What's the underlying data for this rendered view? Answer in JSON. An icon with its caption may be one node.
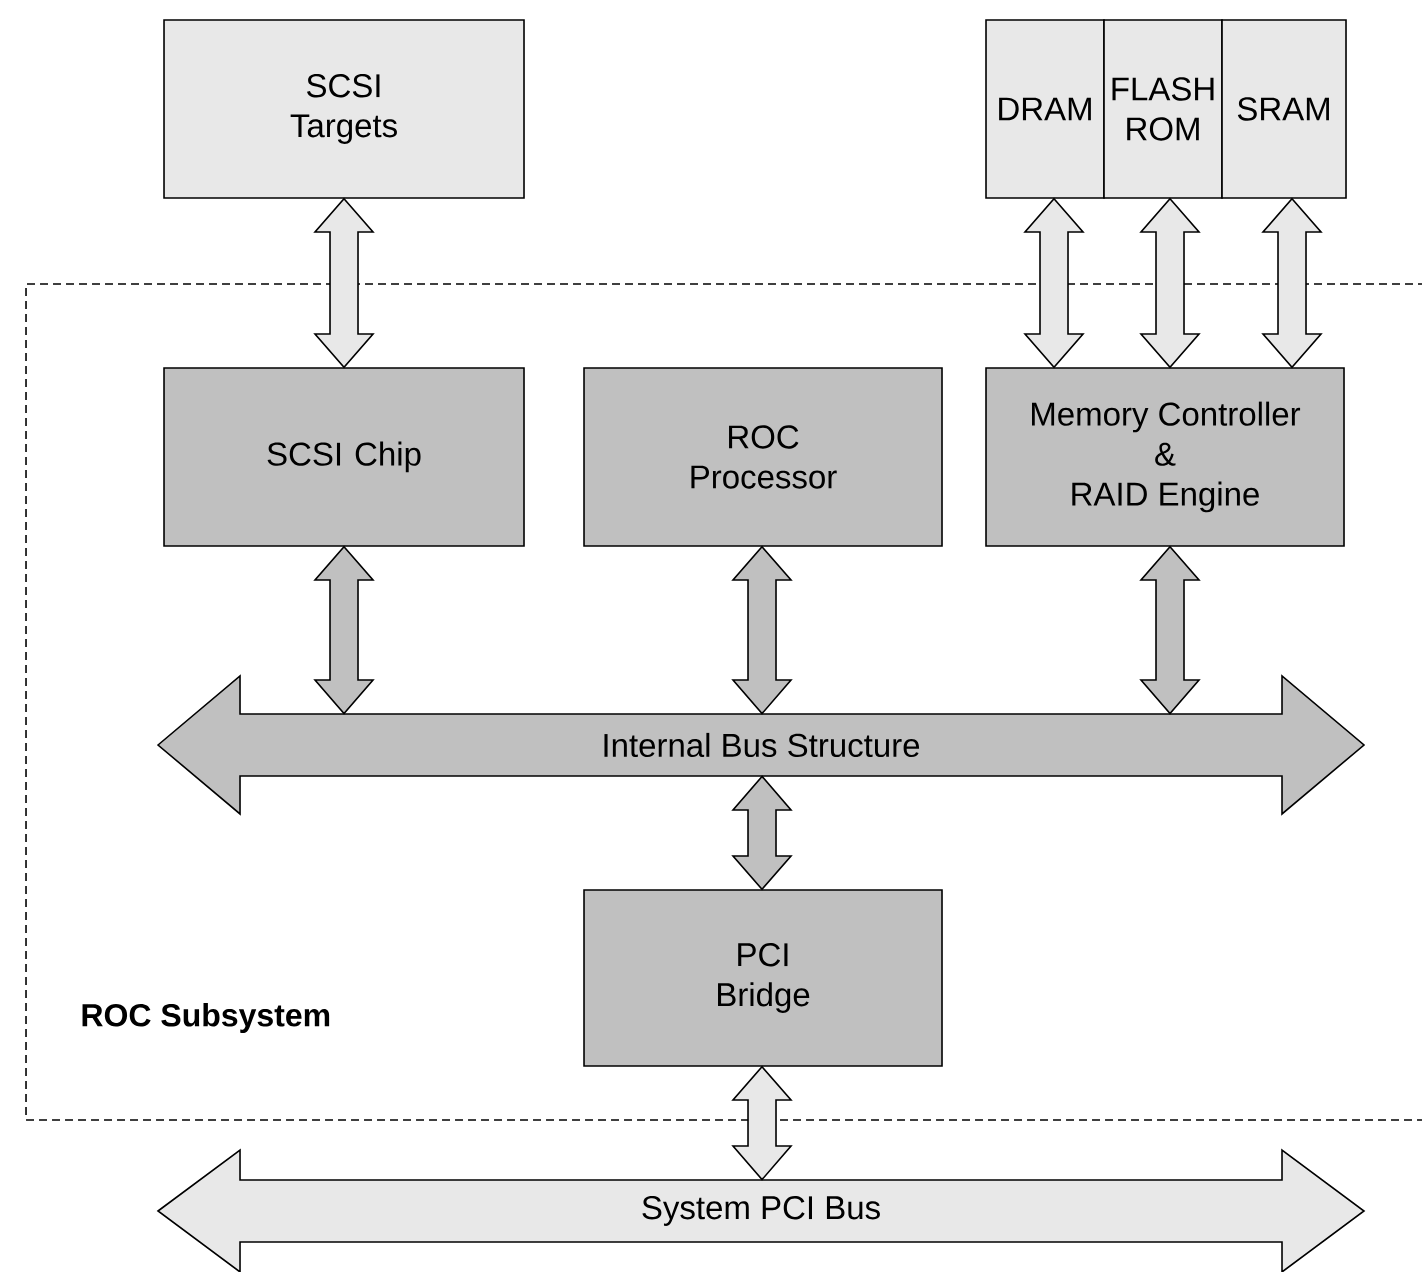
{
  "diagram": {
    "nodes": [
      {
        "text": [
          "SCSI Targets"
        ]
      },
      {
        "text": [
          "DRAM"
        ]
      },
      {
        "text": [
          "FLASH ROM"
        ]
      },
      {
        "text": [
          "SRAM"
        ]
      },
      {
        "text": [
          "ROC Subsystem"
        ]
      },
      {
        "text": [
          "SCSI Chip"
        ],
        "in": 4
      },
      {
        "text": [
          "ROC Processor"
        ],
        "in": 4
      },
      {
        "text": [
          "Memory Controller & RAID Engine"
        ],
        "in": 4
      },
      {
        "text": [
          "Internal Bus Structure"
        ],
        "in": 4
      },
      {
        "text": [
          "PCI Bridge"
        ],
        "in": 4
      },
      {
        "text": [
          "System PCI Bus"
        ]
      }
    ],
    "edges": [
      {
        "from": 0,
        "to": 5,
        "arrow": "both"
      },
      {
        "from": 1,
        "to": 7,
        "arrow": "both"
      },
      {
        "from": 2,
        "to": 7,
        "arrow": "both"
      },
      {
        "from": 3,
        "to": 7,
        "arrow": "both"
      },
      {
        "from": 5,
        "to": 8,
        "arrow": "both",
        "color": "#c0c0c0"
      },
      {
        "from": 6,
        "to": 8,
        "arrow": "both",
        "color": "#c0c0c0"
      },
      {
        "from": 7,
        "to": 8,
        "arrow": "both",
        "color": "#c0c0c0"
      },
      {
        "from": 8,
        "to": 9,
        "arrow": "both",
        "color": "#c0c0c0"
      },
      {
        "from": 9,
        "to": 10,
        "arrow": "both"
      }
    ]
  }
}
